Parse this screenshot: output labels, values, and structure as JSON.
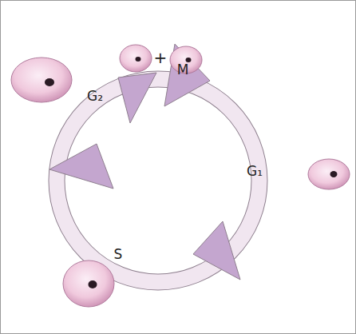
{
  "diagram": {
    "labels": [
      "M",
      "G₁",
      "S",
      "G₂",
      "+"
    ]
  }
}
